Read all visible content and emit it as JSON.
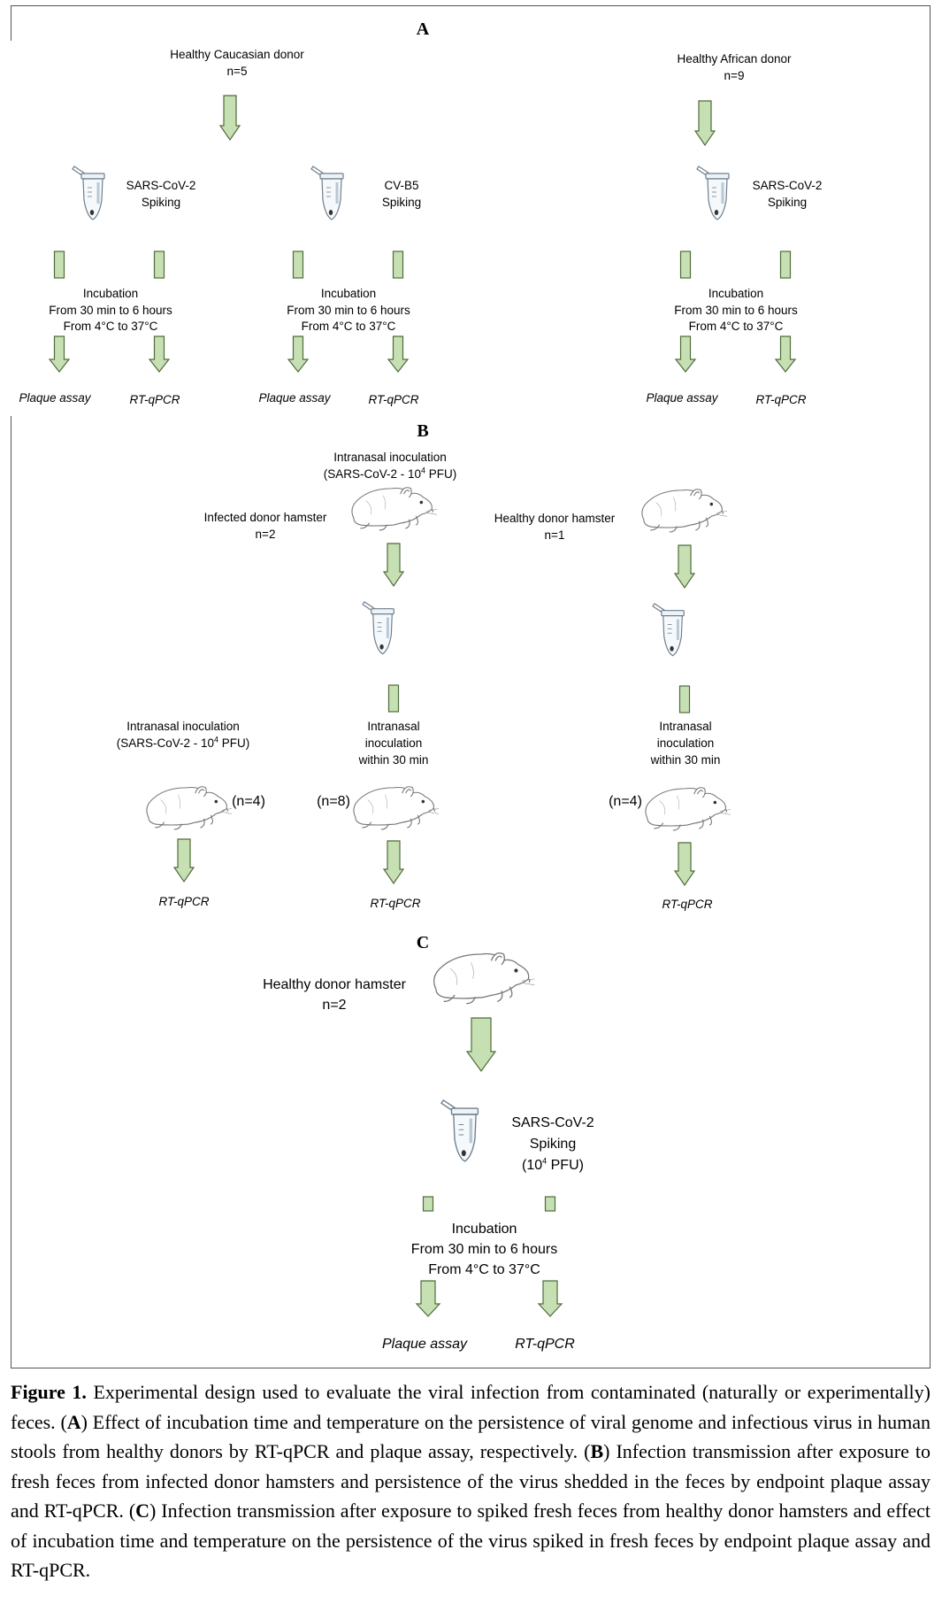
{
  "panels": {
    "a": {
      "label": "A",
      "caucasian_donor": "Healthy Caucasian donor",
      "caucasian_n": "n=5",
      "african_donor": "Healthy African donor",
      "african_n": "n=9",
      "sars_spiking_1": "SARS-CoV-2",
      "spiking_word": "Spiking",
      "cvb5": "CV-B5",
      "incubation": "Incubation",
      "incubation_time": "From  30 min to 6 hours",
      "incubation_temp": "From  4°C to 37°C",
      "plaque_assay": "Plaque assay",
      "rt_qpcr": "RT-qPCR"
    },
    "b": {
      "label": "B",
      "intranasal_inoculation": "Intranasal inoculation",
      "sars_dose_prefix": "(SARS-CoV-2 - 10",
      "sars_dose_exp": "4",
      "sars_dose_suffix": " PFU)",
      "infected_donor": "Infected donor hamster",
      "infected_n": "n=2",
      "healthy_donor": "Healthy donor hamster",
      "healthy_n": "n=1",
      "intranasal_line1": "Intranasal",
      "intranasal_line2": "inoculation",
      "intranasal_line3": "within 30 min",
      "n4": "(n=4)",
      "n8": "(n=8)",
      "rt_qpcr": "RT-qPCR"
    },
    "c": {
      "label": "C",
      "healthy_donor": "Healthy donor hamster",
      "healthy_n": "n=2",
      "sars": "SARS-CoV-2",
      "spiking": "Spiking",
      "dose_prefix": "(10",
      "dose_exp": "4",
      "dose_suffix": " PFU)",
      "incubation": "Incubation",
      "incubation_time": "From  30 min to 6 hours",
      "incubation_temp": "From  4°C to 37°C",
      "plaque_assay": "Plaque assay",
      "rt_qpcr": "RT-qPCR"
    }
  },
  "caption": {
    "figure_label": "Figure 1.",
    "intro": " Experimental design used to evaluate the viral infection from contaminated (naturally or experimentally) feces. (",
    "a": "A",
    "a_text": ") Effect of incubation time and temperature on the persistence of viral genome and infectious virus in human stools from healthy donors by RT-qPCR and plaque assay, respectively. (",
    "b": "B",
    "b_text": ") Infection transmission after exposure to fresh feces from infected donor hamsters and persistence of the virus shedded in the feces by endpoint plaque assay and RT-qPCR. (",
    "c": "C",
    "c_text": ") Infection transmission after exposure to spiked fresh feces from healthy donor hamsters and effect of incubation time and temperature on the persistence of the virus spiked in fresh feces by endpoint plaque assay and RT-qPCR."
  },
  "colors": {
    "arrow_fill": "#c6e0b4",
    "arrow_stroke": "#4f6b3a",
    "tube_stroke": "#6f7f8f"
  }
}
